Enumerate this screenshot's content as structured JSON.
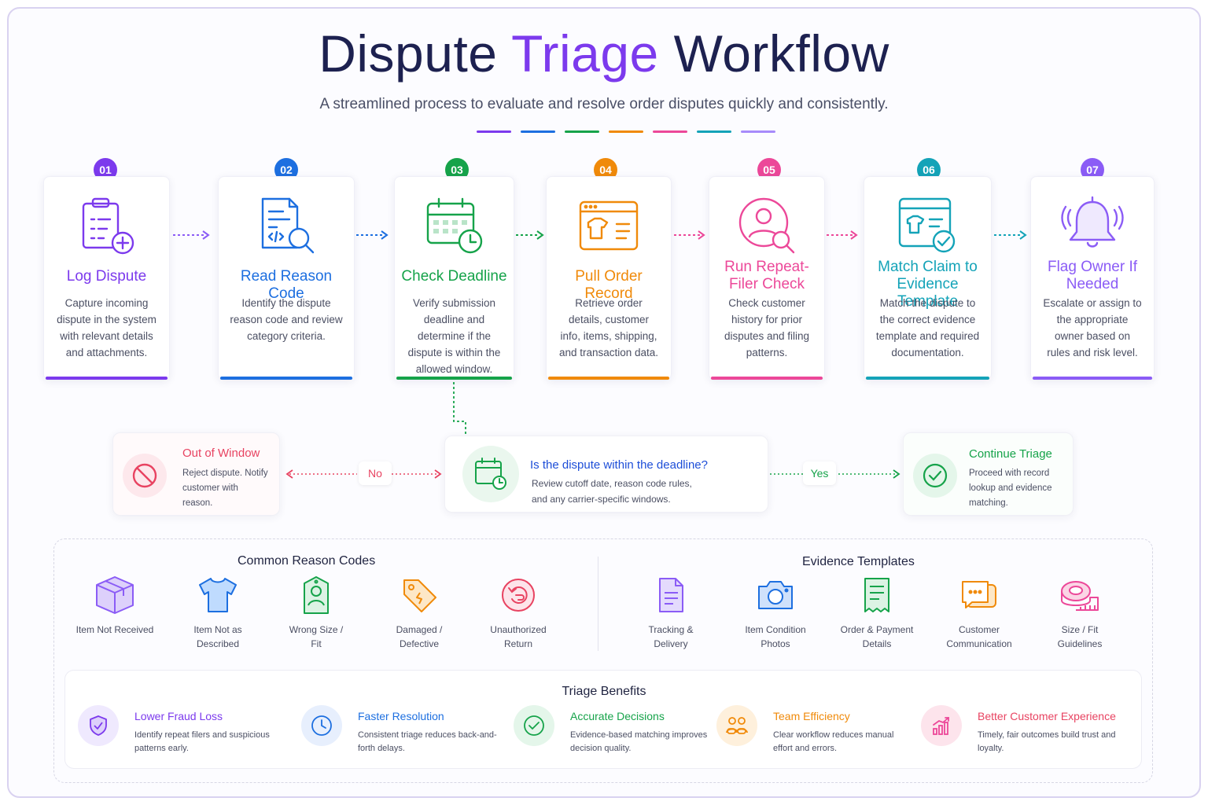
{
  "header": {
    "title_part1": "Dispute ",
    "title_accent": "Triage",
    "title_part2": " Workflow",
    "subtitle": "A streamlined process to evaluate and resolve order disputes quickly and consistently."
  },
  "colors": {
    "purple": "#7c3aed",
    "blue": "#1d6fe0",
    "green": "#16a34a",
    "orange": "#f08a0a",
    "pink": "#ec4899",
    "teal": "#14a3b8",
    "violet": "#8b5cf6",
    "red": "#e84361",
    "navy": "#1d2150"
  },
  "steps": [
    {
      "num": "01",
      "title": "Log Dispute",
      "desc": "Capture incoming dispute in the system with relevant details and attachments.",
      "icon": "clipboard-plus-icon"
    },
    {
      "num": "02",
      "title": "Read Reason Code",
      "desc": "Identify the dispute reason code and review category criteria.",
      "icon": "code-document-search-icon"
    },
    {
      "num": "03",
      "title": "Check Deadline",
      "desc": "Verify submission deadline and determine if the dispute is within the allowed window.",
      "icon": "calendar-clock-icon"
    },
    {
      "num": "04",
      "title": "Pull Order Record",
      "desc": "Retrieve order details, customer info, items, shipping, and transaction data.",
      "icon": "order-record-icon"
    },
    {
      "num": "05",
      "title": "Run Repeat-Filer Check",
      "desc": "Check customer history for prior disputes and filing patterns.",
      "icon": "user-search-icon"
    },
    {
      "num": "06",
      "title": "Match Claim to Evidence Template",
      "desc": "Match the dispute to the correct evidence template and required documentation.",
      "icon": "template-check-icon"
    },
    {
      "num": "07",
      "title": "Flag Owner If Needed",
      "desc": "Escalate or assign to the appropriate owner based on rules and risk level.",
      "icon": "bell-alert-icon"
    }
  ],
  "decision": {
    "question": "Is the dispute within the deadline?",
    "desc": "Review cutoff date, reason code rules, and any carrier-specific windows.",
    "no_label": "No",
    "yes_label": "Yes",
    "reject": {
      "title": "Out of Window",
      "desc": "Reject dispute. Notify customer with reason."
    },
    "continue": {
      "title": "Continue Triage",
      "desc": "Proceed with record lookup and evidence matching."
    }
  },
  "reason_codes": {
    "title": "Common Reason Codes",
    "items": [
      {
        "label": "Item Not Received",
        "icon": "box-icon"
      },
      {
        "label": "Item Not as Described",
        "icon": "shirt-icon"
      },
      {
        "label": "Wrong Size / Fit",
        "icon": "tag-person-icon"
      },
      {
        "label": "Damaged / Defective",
        "icon": "damaged-tag-icon"
      },
      {
        "label": "Unauthorized Return",
        "icon": "return-arrow-icon"
      }
    ]
  },
  "evidence_templates": {
    "title": "Evidence Templates",
    "items": [
      {
        "label": "Tracking & Delivery",
        "icon": "document-icon"
      },
      {
        "label": "Item Condition Photos",
        "icon": "camera-icon"
      },
      {
        "label": "Order & Payment Details",
        "icon": "receipt-icon"
      },
      {
        "label": "Customer Communication",
        "icon": "chat-icon"
      },
      {
        "label": "Size / Fit Guidelines",
        "icon": "measuring-tape-icon"
      }
    ]
  },
  "benefits": {
    "title": "Triage Benefits",
    "items": [
      {
        "title": "Lower Fraud Loss",
        "desc": "Identify repeat filers and suspicious patterns early.",
        "icon": "shield-check-icon"
      },
      {
        "title": "Faster Resolution",
        "desc": "Consistent triage reduces back-and-forth delays.",
        "icon": "clock-icon"
      },
      {
        "title": "Accurate Decisions",
        "desc": "Evidence-based matching improves decision quality.",
        "icon": "check-circle-icon"
      },
      {
        "title": "Team Efficiency",
        "desc": "Clear workflow reduces manual effort and errors.",
        "icon": "team-icon"
      },
      {
        "title": "Better Customer Experience",
        "desc": "Timely, fair outcomes build trust and loyalty.",
        "icon": "chart-growth-icon"
      }
    ]
  }
}
